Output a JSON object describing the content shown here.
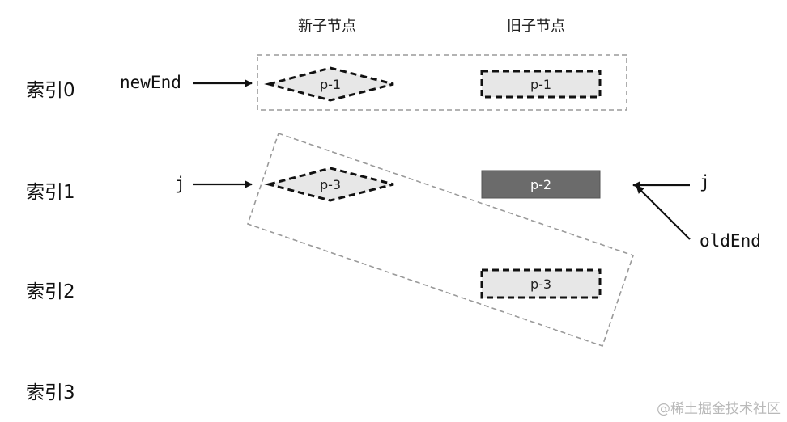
{
  "headers": {
    "new_children": "新子节点",
    "old_children": "旧子节点"
  },
  "rows": [
    "索引0",
    "索引1",
    "索引2",
    "索引3"
  ],
  "pointers": {
    "new_end": "newEnd",
    "j_new": "j",
    "j_old": "j",
    "old_end": "oldEnd"
  },
  "new_nodes": [
    {
      "label": "p-1",
      "index": 0
    },
    {
      "label": "p-3",
      "index": 1
    }
  ],
  "old_nodes": [
    {
      "label": "p-1",
      "index": 0,
      "state": "dashed"
    },
    {
      "label": "p-2",
      "index": 1,
      "state": "filled"
    },
    {
      "label": "p-3",
      "index": 2,
      "state": "dashed"
    }
  ],
  "colors": {
    "dashed_fill": "#e7e7e7",
    "filled_node": "#6b6b6b",
    "group_border": "#9a9a9a",
    "text": "#111111"
  },
  "watermark": "@稀土掘金技术社区"
}
